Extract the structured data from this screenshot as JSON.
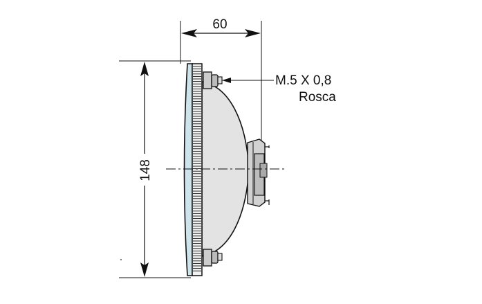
{
  "dimensions": {
    "depth": "60",
    "height": "148"
  },
  "callout": {
    "thread_spec": "M.5 X 0,8",
    "thread_label": "Rosca"
  },
  "colors": {
    "line": "#111111",
    "lens_fill": "#cfe3ea",
    "bowl_fill": "#e3e3e3",
    "metal_fill": "#c9c9c9"
  }
}
